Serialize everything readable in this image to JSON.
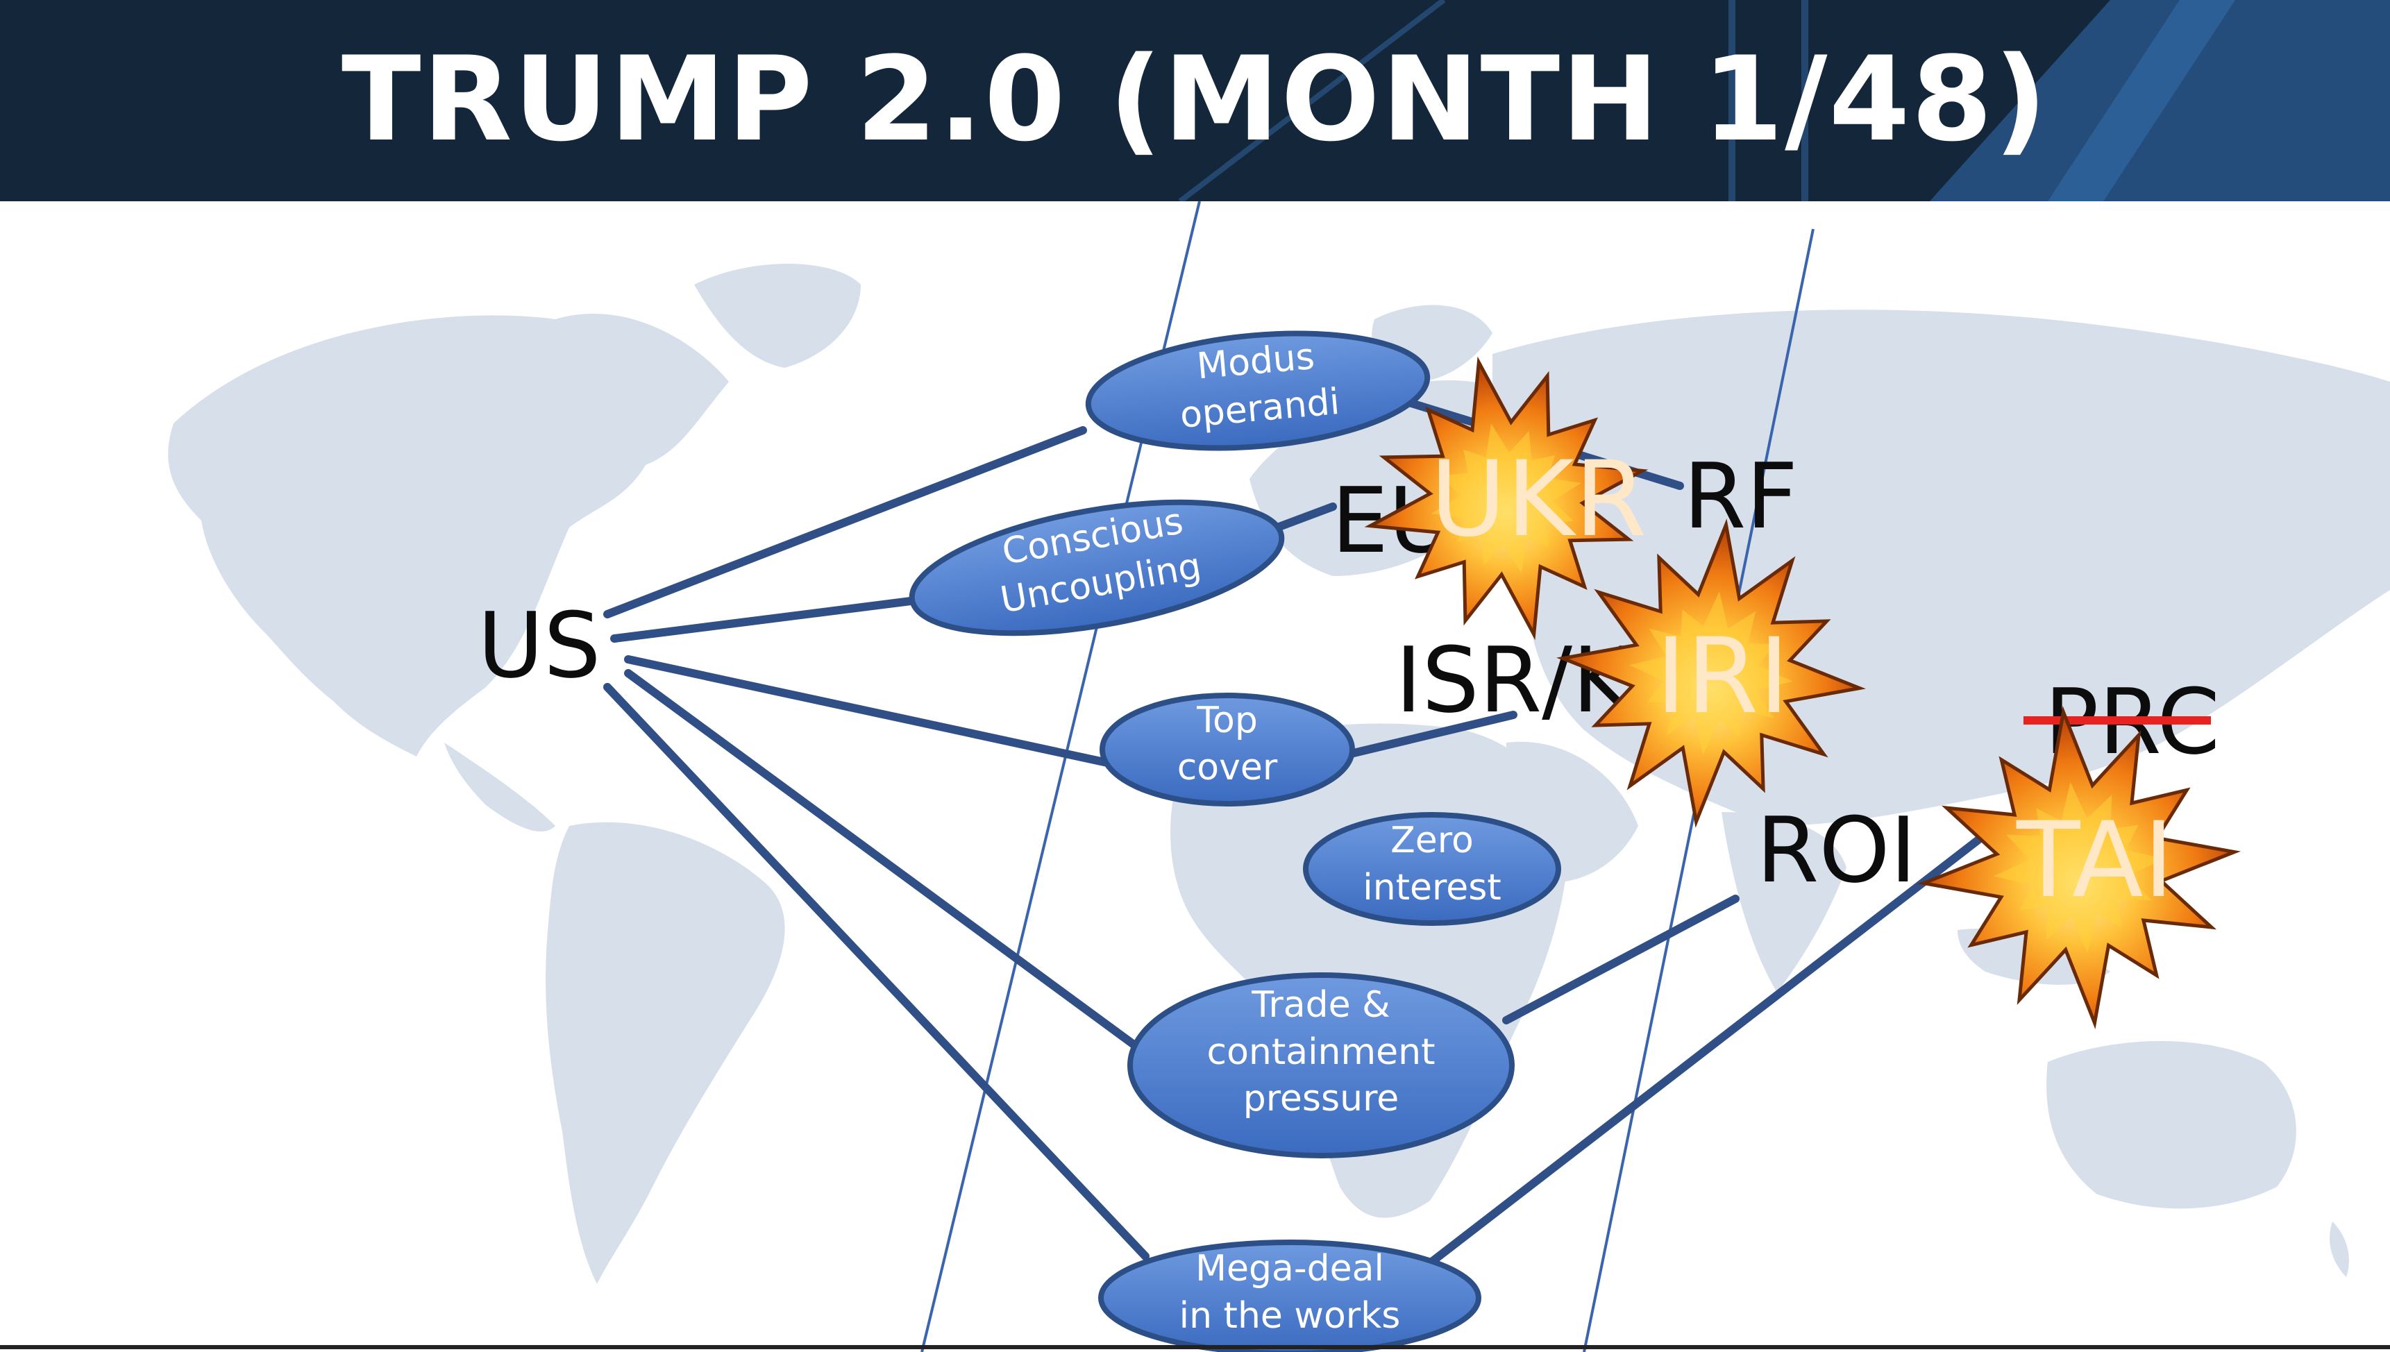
{
  "title": "TRUMP 2.0 (MONTH 1/48)",
  "colors": {
    "header_bg": "#14273a",
    "header_accent": "#2a5c91",
    "map_land": "#d6dfea",
    "node_fill": "#4a7ccd",
    "node_stroke": "#2b4f86",
    "connector": "#2f4f86",
    "strike": "#e8231f",
    "explosion_outer": "#f39a1e",
    "explosion_inner": "#ffd23a"
  },
  "actors": {
    "us": "US",
    "eu": "EU",
    "rf": "RF",
    "isr": "ISR/KSA",
    "roi": "ROI",
    "prc": "PRC"
  },
  "hotspots": {
    "ukr": "UKR",
    "iri": "IRI",
    "tai": "TAI"
  },
  "policy_nodes": {
    "modus": "Modus\noperandi",
    "conscious": "Conscious\nUncoupling",
    "top_cover": "Top\ncover",
    "zero": "Zero\ninterest",
    "trade": "Trade &\ncontainment\npressure",
    "mega": "Mega-deal\nin the works"
  }
}
